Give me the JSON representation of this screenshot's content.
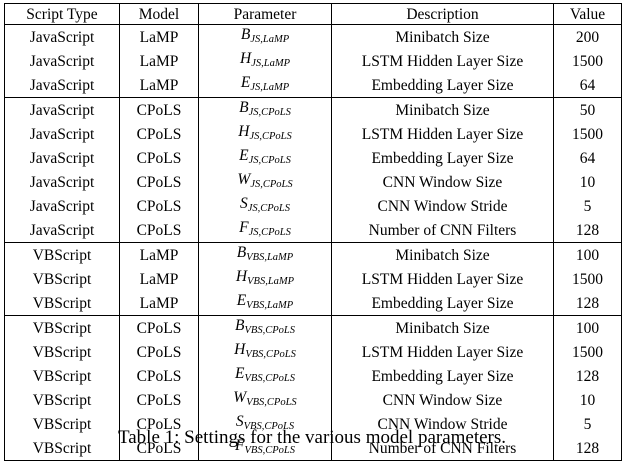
{
  "table": {
    "headers": [
      "Script Type",
      "Model",
      "Parameter",
      "Description",
      "Value"
    ],
    "groups": [
      [
        {
          "script": "JavaScript",
          "model": "LaMP",
          "param": "B",
          "sub": "JS,LaMP",
          "desc": "Minibatch Size",
          "value": "200"
        },
        {
          "script": "JavaScript",
          "model": "LaMP",
          "param": "H",
          "sub": "JS,LaMP",
          "desc": "LSTM Hidden Layer Size",
          "value": "1500"
        },
        {
          "script": "JavaScript",
          "model": "LaMP",
          "param": "E",
          "sub": "JS,LaMP",
          "desc": "Embedding Layer Size",
          "value": "64"
        }
      ],
      [
        {
          "script": "JavaScript",
          "model": "CPoLS",
          "param": "B",
          "sub": "JS,CPoLS",
          "desc": "Minibatch Size",
          "value": "50"
        },
        {
          "script": "JavaScript",
          "model": "CPoLS",
          "param": "H",
          "sub": "JS,CPoLS",
          "desc": "LSTM Hidden Layer Size",
          "value": "1500"
        },
        {
          "script": "JavaScript",
          "model": "CPoLS",
          "param": "E",
          "sub": "JS,CPoLS",
          "desc": "Embedding Layer Size",
          "value": "64"
        },
        {
          "script": "JavaScript",
          "model": "CPoLS",
          "param": "W",
          "sub": "JS,CPoLS",
          "desc": "CNN Window Size",
          "value": "10"
        },
        {
          "script": "JavaScript",
          "model": "CPoLS",
          "param": "S",
          "sub": "JS,CPoLS",
          "desc": "CNN Window Stride",
          "value": "5"
        },
        {
          "script": "JavaScript",
          "model": "CPoLS",
          "param": "F",
          "sub": "JS,CPoLS",
          "desc": "Number of CNN Filters",
          "value": "128"
        }
      ],
      [
        {
          "script": "VBScript",
          "model": "LaMP",
          "param": "B",
          "sub": "VBS,LaMP",
          "desc": "Minibatch Size",
          "value": "100"
        },
        {
          "script": "VBScript",
          "model": "LaMP",
          "param": "H",
          "sub": "VBS,LaMP",
          "desc": "LSTM Hidden Layer Size",
          "value": "1500"
        },
        {
          "script": "VBScript",
          "model": "LaMP",
          "param": "E",
          "sub": "VBS,LaMP",
          "desc": "Embedding Layer Size",
          "value": "128"
        }
      ],
      [
        {
          "script": "VBScript",
          "model": "CPoLS",
          "param": "B",
          "sub": "VBS,CPoLS",
          "desc": "Minibatch Size",
          "value": "100"
        },
        {
          "script": "VBScript",
          "model": "CPoLS",
          "param": "H",
          "sub": "VBS,CPoLS",
          "desc": "LSTM Hidden Layer Size",
          "value": "1500"
        },
        {
          "script": "VBScript",
          "model": "CPoLS",
          "param": "E",
          "sub": "VBS,CPoLS",
          "desc": "Embedding Layer Size",
          "value": "128"
        },
        {
          "script": "VBScript",
          "model": "CPoLS",
          "param": "W",
          "sub": "VBS,CPoLS",
          "desc": "CNN Window Size",
          "value": "10"
        },
        {
          "script": "VBScript",
          "model": "CPoLS",
          "param": "S",
          "sub": "VBS,CPoLS",
          "desc": "CNN Window Stride",
          "value": "5"
        },
        {
          "script": "VBScript",
          "model": "CPoLS",
          "param": "F",
          "sub": "VBS,CPoLS",
          "desc": "Number of CNN Filters",
          "value": "128"
        }
      ]
    ]
  },
  "caption": "Table 1: Settings for the various model parameters."
}
